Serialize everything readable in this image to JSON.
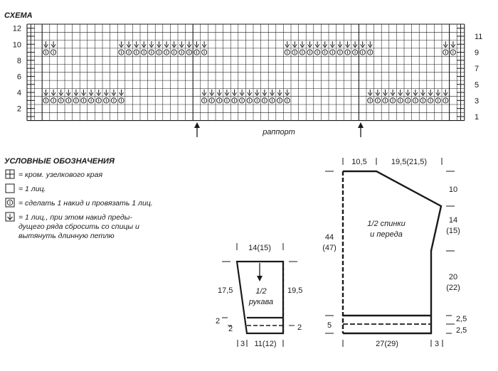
{
  "scheme": {
    "title": "СХЕМА",
    "rows_left": [
      "12",
      "10",
      "8",
      "6",
      "4",
      "2"
    ],
    "rows_right": [
      "11",
      "9",
      "7",
      "5",
      "3",
      "1"
    ],
    "repeat_label": "раппорт"
  },
  "legend": {
    "title": "УСЛОВНЫЕ ОБОЗНАЧЕНИЯ",
    "items": [
      {
        "icon": "edge-stitch-icon",
        "lines": [
          "= кром. узелкового края"
        ]
      },
      {
        "icon": "knit-stitch-icon",
        "lines": [
          "= 1 лиц."
        ]
      },
      {
        "icon": "yarn-over-icon",
        "lines": [
          "= сделать 1 накид и провязать 1 лиц."
        ]
      },
      {
        "icon": "drop-yarn-over-icon",
        "lines": [
          "= 1 лиц., при этом накид преды-",
          "дущего ряда сбросить со спицы и",
          "вытянуть длинную петлю"
        ]
      }
    ]
  },
  "sleeve": {
    "label_line1": "1/2",
    "label_line2": "рукава",
    "top_width": "14(15)",
    "left_height": "17,5",
    "right_height": "19,5",
    "cuff_left_a": "2",
    "cuff_left_b": "2",
    "cuff_right": "2",
    "bottom_left": "3",
    "bottom_width": "11(12)"
  },
  "body": {
    "label_line1": "1/2 спинки",
    "label_line2": "и переда",
    "top_left": "10,5",
    "top_right": "19,5(21,5)",
    "height_left_1": "44",
    "height_left_2": "(47)",
    "right_1": "10",
    "right_2a": "14",
    "right_2b": "(15)",
    "right_3a": "20",
    "right_3b": "(22)",
    "hem_right_a": "2,5",
    "hem_right_b": "2,5",
    "hem_left": "5",
    "bottom_width": "27(29)",
    "bottom_right": "3"
  }
}
